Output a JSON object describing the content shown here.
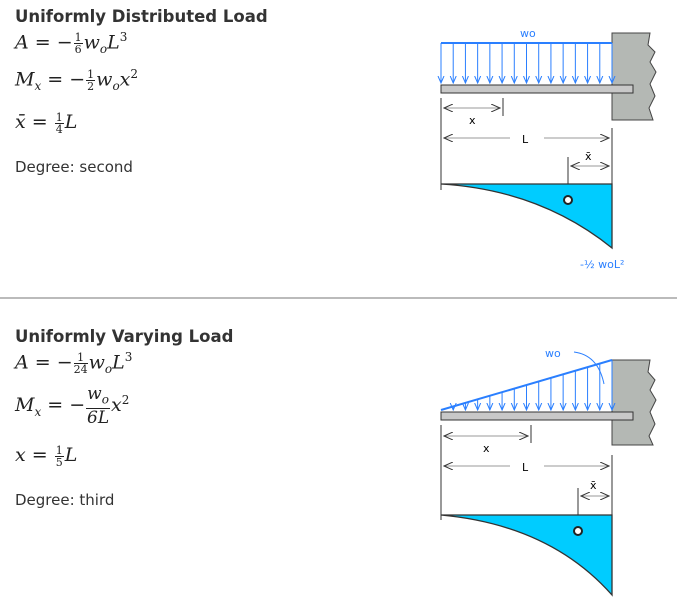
{
  "sections": [
    {
      "title": "Uniformly Distributed Load",
      "area": {
        "lhs": "A",
        "eq": " = −",
        "num": "1",
        "den": "6",
        "w": "w",
        "w_sub": "o",
        "var": "L",
        "exp": "3"
      },
      "moment": {
        "lhs": "M",
        "lhs_sub": "x",
        "eq": " = −",
        "num": "1",
        "den": "2",
        "w": "w",
        "w_sub": "o",
        "var": "x",
        "exp": "2"
      },
      "centroid": {
        "lhs": "x̄",
        "eq": " = ",
        "num": "1",
        "den": "4",
        "var": "L"
      },
      "degree": "Degree: second",
      "diagram": {
        "load_label": "wo",
        "x_label": "x",
        "L_label": "L",
        "xbar_label": "x̄",
        "moment_label": "-½ woL²"
      }
    },
    {
      "title": "Uniformly Varying Load",
      "area": {
        "lhs": "A",
        "eq": " = −",
        "num": "1",
        "den": "24",
        "w": "w",
        "w_sub": "o",
        "var": "L",
        "exp": "3"
      },
      "moment": {
        "lhs": "M",
        "lhs_sub": "x",
        "eq": " = −",
        "num": "w",
        "num_sub": "o",
        "den": "6L",
        "var": "x",
        "exp": "2"
      },
      "centroid": {
        "lhs": "x",
        "eq": " = ",
        "num": "1",
        "den": "5",
        "var": "L"
      },
      "degree": "Degree: third",
      "diagram": {
        "load_label": "wo",
        "x_label": "x",
        "L_label": "L",
        "xbar_label": "x̄"
      }
    }
  ],
  "colors": {
    "load": "#2a7fff",
    "fill": "#00ccff",
    "beam": "#c8c8c8",
    "wall": "#b4b8b4"
  }
}
